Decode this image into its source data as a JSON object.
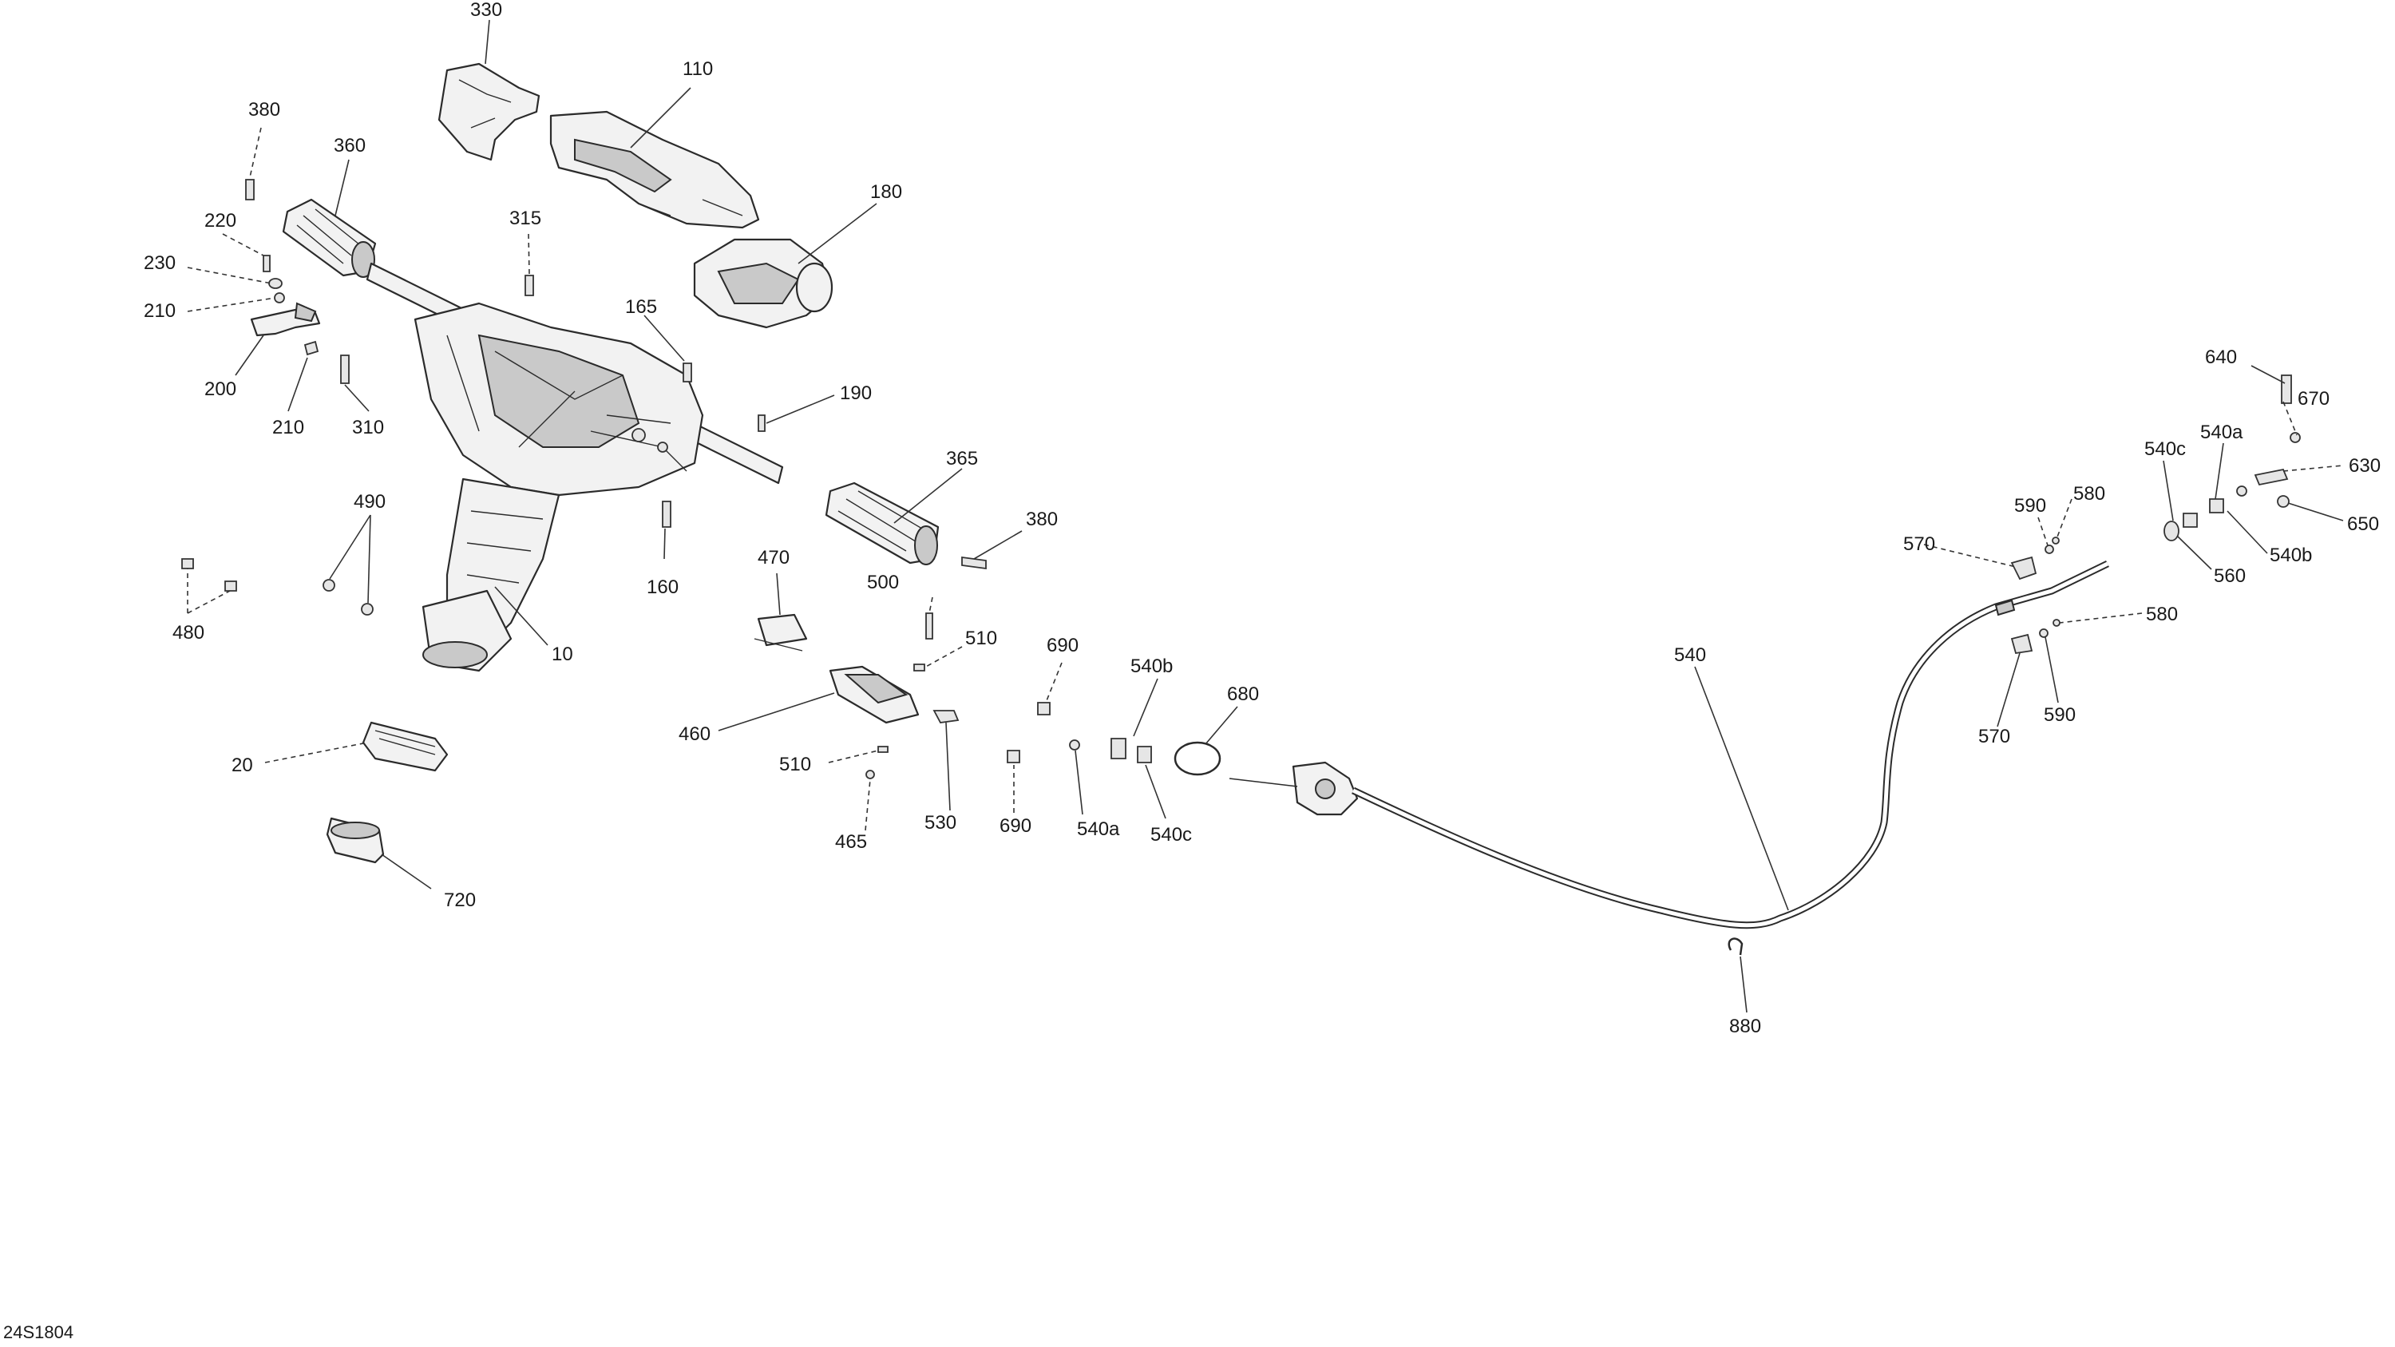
{
  "figure_id": "24S1804",
  "callouts": [
    {
      "id": "c330",
      "text": "330"
    },
    {
      "id": "c110",
      "text": "110"
    },
    {
      "id": "c380a",
      "text": "380"
    },
    {
      "id": "c360",
      "text": "360"
    },
    {
      "id": "c180",
      "text": "180"
    },
    {
      "id": "c315",
      "text": "315"
    },
    {
      "id": "c220",
      "text": "220"
    },
    {
      "id": "c230",
      "text": "230"
    },
    {
      "id": "c210a",
      "text": "210"
    },
    {
      "id": "c165",
      "text": "165"
    },
    {
      "id": "c200",
      "text": "200"
    },
    {
      "id": "c210b",
      "text": "210"
    },
    {
      "id": "c310",
      "text": "310"
    },
    {
      "id": "c190",
      "text": "190"
    },
    {
      "id": "c365",
      "text": "365"
    },
    {
      "id": "c490",
      "text": "490"
    },
    {
      "id": "c380b",
      "text": "380"
    },
    {
      "id": "c470",
      "text": "470"
    },
    {
      "id": "c160",
      "text": "160"
    },
    {
      "id": "c500",
      "text": "500"
    },
    {
      "id": "c480",
      "text": "480"
    },
    {
      "id": "c10",
      "text": "10"
    },
    {
      "id": "c510a",
      "text": "510"
    },
    {
      "id": "c690a",
      "text": "690"
    },
    {
      "id": "c540b1",
      "text": "540b"
    },
    {
      "id": "c680",
      "text": "680"
    },
    {
      "id": "c460",
      "text": "460"
    },
    {
      "id": "c20",
      "text": "20"
    },
    {
      "id": "c510b",
      "text": "510"
    },
    {
      "id": "c530",
      "text": "530"
    },
    {
      "id": "c690b",
      "text": "690"
    },
    {
      "id": "c540a1",
      "text": "540a"
    },
    {
      "id": "c540c1",
      "text": "540c"
    },
    {
      "id": "c465",
      "text": "465"
    },
    {
      "id": "c720",
      "text": "720"
    },
    {
      "id": "c540",
      "text": "540"
    },
    {
      "id": "c880",
      "text": "880"
    },
    {
      "id": "c640",
      "text": "640"
    },
    {
      "id": "c670",
      "text": "670"
    },
    {
      "id": "c540c2",
      "text": "540c"
    },
    {
      "id": "c540a2",
      "text": "540a"
    },
    {
      "id": "c630",
      "text": "630"
    },
    {
      "id": "c590a",
      "text": "590"
    },
    {
      "id": "c580a",
      "text": "580"
    },
    {
      "id": "c650",
      "text": "650"
    },
    {
      "id": "c570a",
      "text": "570"
    },
    {
      "id": "c540b2",
      "text": "540b"
    },
    {
      "id": "c560",
      "text": "560"
    },
    {
      "id": "c580b",
      "text": "580"
    },
    {
      "id": "c590b",
      "text": "590"
    },
    {
      "id": "c570b",
      "text": "570"
    }
  ]
}
